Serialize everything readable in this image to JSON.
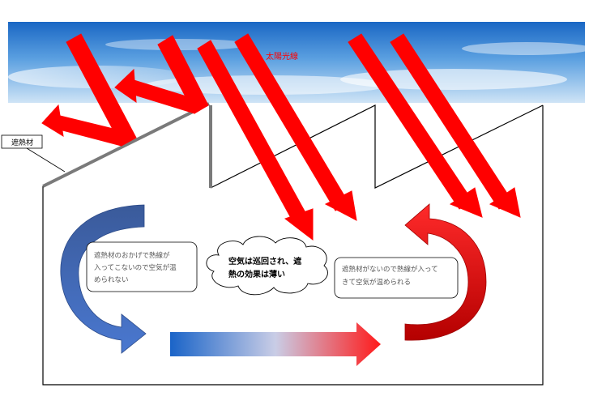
{
  "sky_label": "太陽光線",
  "insulation_label": "遮熱材",
  "callout_left": {
    "lines": [
      "遮熱材のおかげで熱線が",
      "入ってこないので空気が温",
      "められない"
    ]
  },
  "callout_center": {
    "lines": [
      "空気は巡回され、遮",
      "熱の効果は薄い"
    ]
  },
  "callout_right": {
    "lines": [
      "遮熱材がないので熱線が入って",
      "きて空気が温められる"
    ]
  },
  "colors": {
    "ray_red": "#ff0000",
    "sky_blue": "#2f7fcf",
    "cool_blue": "#3a5fb0",
    "warm_red": "#d21010",
    "insulation_gray": "#808080"
  }
}
